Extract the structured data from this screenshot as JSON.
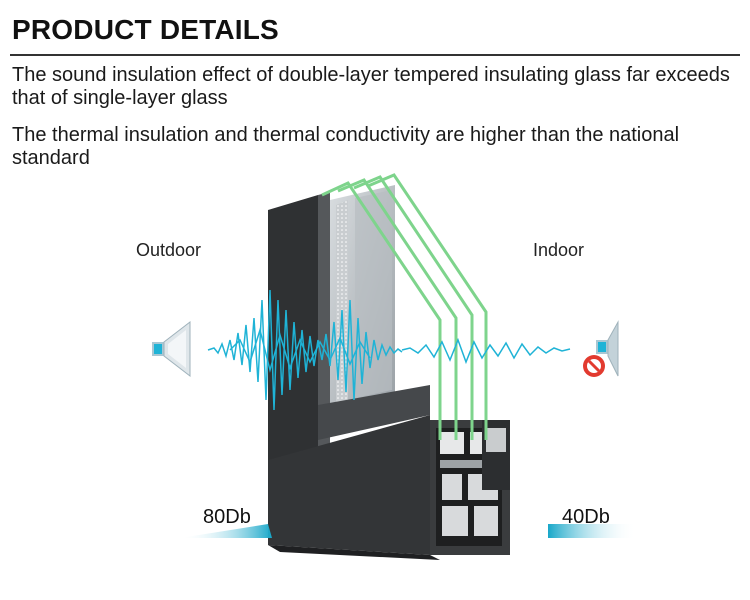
{
  "header": {
    "title": "PRODUCT DETAILS"
  },
  "paragraphs": [
    "The sound insulation effect of double-layer tempered insulating glass far exceeds that of single-layer glass",
    "The thermal insulation and thermal conductivity are higher than the national standard"
  ],
  "diagram": {
    "outdoor_label": "Outdoor",
    "indoor_label": "Indoor",
    "outdoor_level": "80Db",
    "indoor_level": "40Db",
    "left_icon": "speaker-icon",
    "right_icon": "speaker-muted-icon",
    "colors": {
      "wave": "#1fb3d6",
      "glass_edge": "#7ed48c",
      "frame": "#3a3c3e",
      "accent_bar": "#18a7c9"
    }
  }
}
